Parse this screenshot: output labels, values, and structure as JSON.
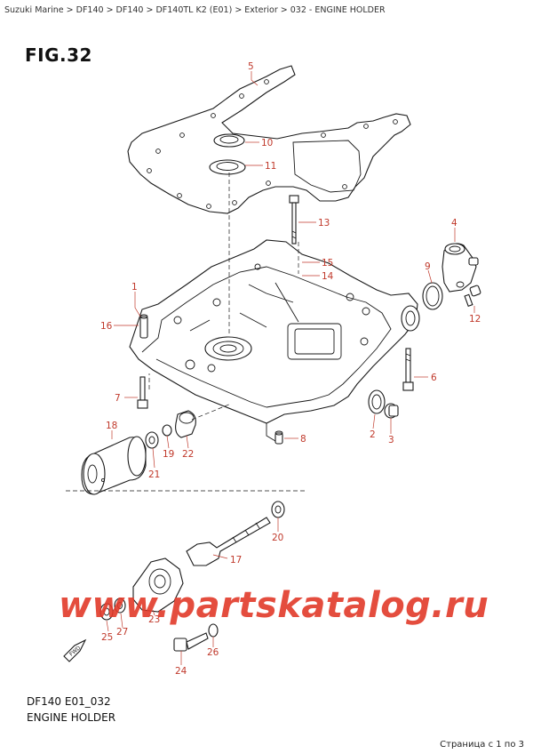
{
  "breadcrumb": "Suzuki Marine > DF140 > DF140 > DF140TL K2 (E01) > Exterior > 032 - ENGINE HOLDER",
  "figure": {
    "title": "FIG.32"
  },
  "callouts": {
    "p1": "1",
    "p2": "2",
    "p3": "3",
    "p4": "4",
    "p5": "5",
    "p6": "6",
    "p7": "7",
    "p8": "8",
    "p9": "9",
    "p10": "10",
    "p11": "11",
    "p12": "12",
    "p13": "13",
    "p14": "14",
    "p15": "15",
    "p16": "16",
    "p17": "17",
    "p18": "18",
    "p19": "19",
    "p20": "20",
    "p21": "21",
    "p22": "22",
    "p23": "23",
    "p24": "24",
    "p25": "25",
    "p26": "26",
    "p27": "27"
  },
  "fwd_label": "FWD",
  "watermark": "www.partskatalog.ru",
  "footer": {
    "model_code": "DF140 E01_032",
    "section_name": "ENGINE HOLDER",
    "page_indicator": "Страница с 1 по 3"
  },
  "colors": {
    "callout": "#c0392b",
    "watermark": "#e23a2a",
    "line": "#1a1a1a"
  }
}
